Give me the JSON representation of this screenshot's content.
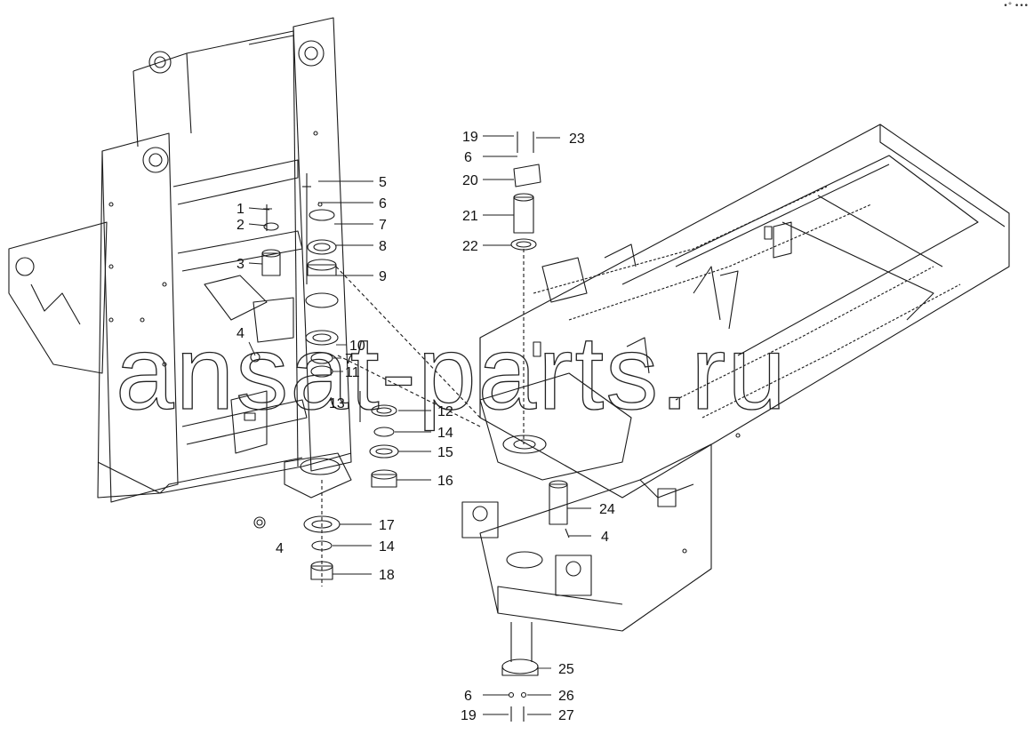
{
  "corner_mark": "•° •••",
  "watermark": "ansat-parts.ru",
  "callouts": [
    {
      "id": "c1",
      "label": "1"
    },
    {
      "id": "c2",
      "label": "2"
    },
    {
      "id": "c3",
      "label": "3"
    },
    {
      "id": "c4a",
      "label": "4"
    },
    {
      "id": "c4b",
      "label": "4"
    },
    {
      "id": "c4c",
      "label": "4"
    },
    {
      "id": "c5",
      "label": "5"
    },
    {
      "id": "c6a",
      "label": "6"
    },
    {
      "id": "c7a",
      "label": "7"
    },
    {
      "id": "c8",
      "label": "8"
    },
    {
      "id": "c9",
      "label": "9"
    },
    {
      "id": "c10",
      "label": "10"
    },
    {
      "id": "c7b",
      "label": "7"
    },
    {
      "id": "c11",
      "label": "11"
    },
    {
      "id": "c13",
      "label": "13"
    },
    {
      "id": "c12",
      "label": "12"
    },
    {
      "id": "c14a",
      "label": "14"
    },
    {
      "id": "c15",
      "label": "15"
    },
    {
      "id": "c16",
      "label": "16"
    },
    {
      "id": "c17",
      "label": "17"
    },
    {
      "id": "c14b",
      "label": "14"
    },
    {
      "id": "c18",
      "label": "18"
    },
    {
      "id": "c19a",
      "label": "19"
    },
    {
      "id": "c23",
      "label": "23"
    },
    {
      "id": "c6b",
      "label": "6"
    },
    {
      "id": "c20",
      "label": "20"
    },
    {
      "id": "c21",
      "label": "21"
    },
    {
      "id": "c22",
      "label": "22"
    },
    {
      "id": "c24",
      "label": "24"
    },
    {
      "id": "c25",
      "label": "25"
    },
    {
      "id": "c6c",
      "label": "6"
    },
    {
      "id": "c26",
      "label": "26"
    },
    {
      "id": "c19b",
      "label": "19"
    },
    {
      "id": "c27",
      "label": "27"
    }
  ]
}
